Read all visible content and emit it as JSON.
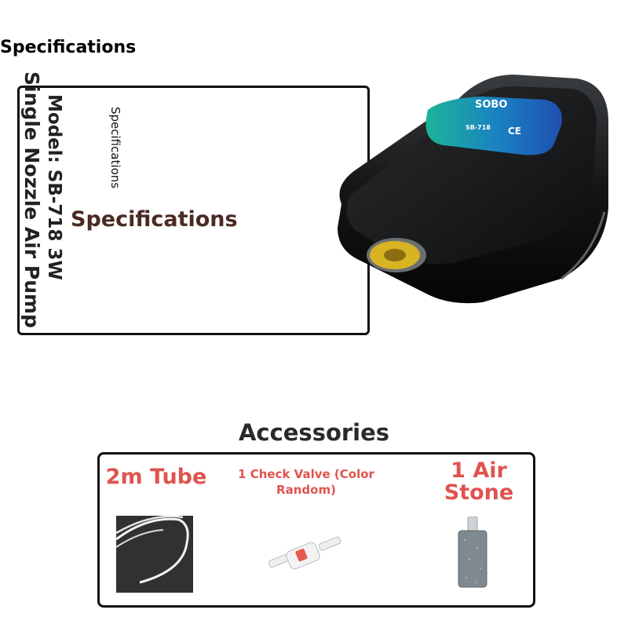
{
  "header": {
    "title": "Specifications"
  },
  "spec": {
    "model_line": "Model: SB-718 3W",
    "product_line": "Single Nozzle Air Pump",
    "small_vertical": "Specifications",
    "center_label": "Specifications"
  },
  "pump": {
    "brand": "SOBO",
    "model_tag": "SB-718",
    "mark": "CE"
  },
  "accessories": {
    "title": "Accessories",
    "items": [
      {
        "label": "2m Tube"
      },
      {
        "label": "1 Check Valve (Color Random)"
      },
      {
        "label": "1 Air Stone"
      }
    ]
  },
  "colors": {
    "accent": "#e0534f",
    "spec_label": "#4a2a22",
    "border": "#111111"
  }
}
